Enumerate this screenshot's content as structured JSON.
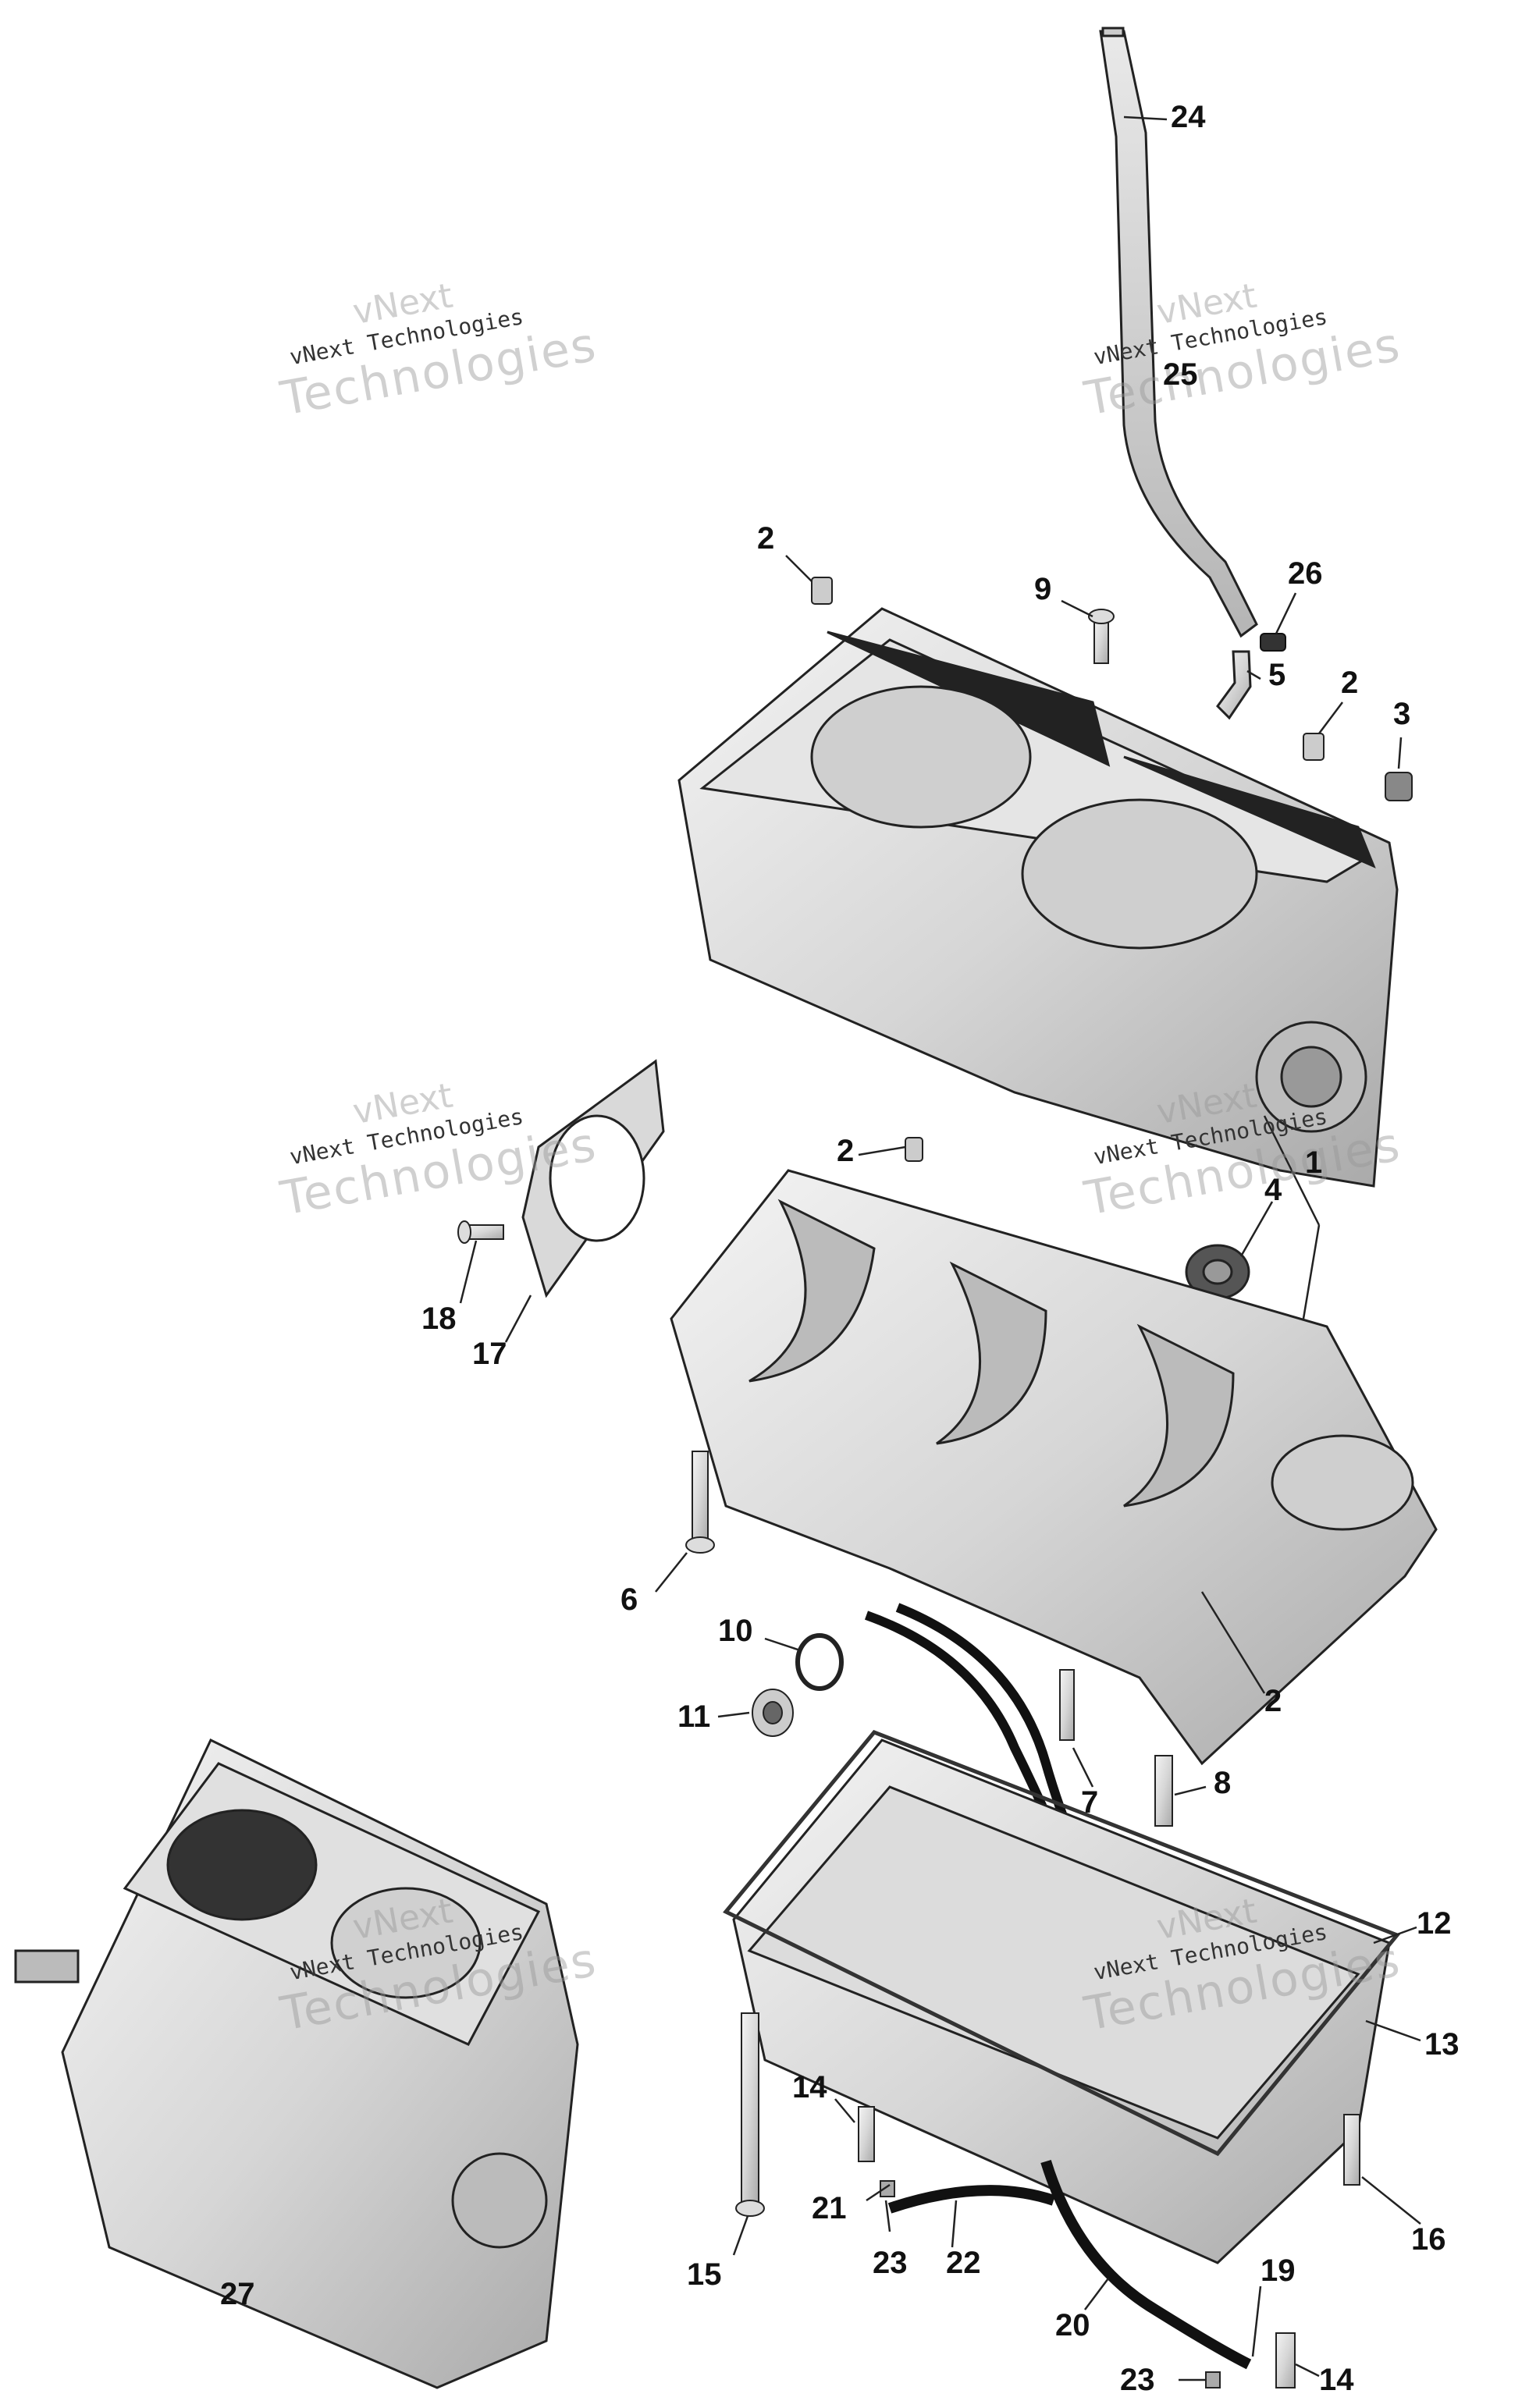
{
  "diagram": {
    "watermarks": [
      {
        "line1": "vNext",
        "line2": "vNext Technologies",
        "line3": "Technologies"
      },
      {
        "line1": "vNext",
        "line2": "vNext Technologies",
        "line3": "Technologies"
      },
      {
        "line1": "vNext",
        "line2": "vNext Technologies",
        "line3": "Technologies"
      },
      {
        "line1": "vNext",
        "line2": "vNext Technologies",
        "line3": "Technologies"
      },
      {
        "line1": "vNext",
        "line2": "vNext Technologies",
        "line3": "Technologies"
      },
      {
        "line1": "vNext",
        "line2": "vNext Technologies",
        "line3": "Technologies"
      }
    ],
    "callouts": {
      "c24": "24",
      "c25": "25",
      "c26": "26",
      "c2a": "2",
      "c9": "9",
      "c5": "5",
      "c2b": "2",
      "c3": "3",
      "c2c": "2",
      "c4": "4",
      "c1": "1",
      "c18": "18",
      "c17": "17",
      "c6": "6",
      "c10": "10",
      "c11": "11",
      "c2d": "2",
      "c7": "7",
      "c8": "8",
      "c12": "12",
      "c13": "13",
      "c14a": "14",
      "c21": "21",
      "c22": "22",
      "c23a": "23",
      "c15": "15",
      "c16": "16",
      "c19": "19",
      "c20": "20",
      "c23b": "23",
      "c14b": "14",
      "c27": "27"
    }
  }
}
